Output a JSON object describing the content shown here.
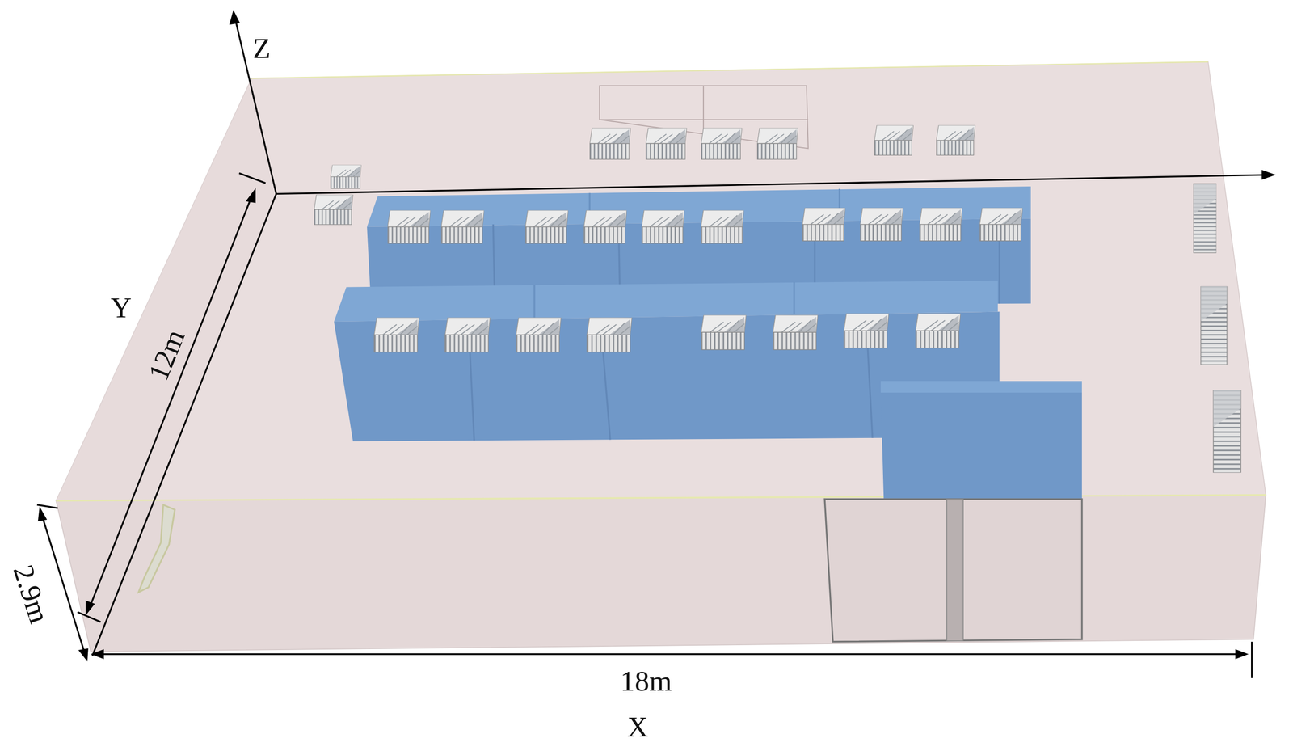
{
  "diagram": {
    "labels": [
      "Z",
      "Y",
      "12m",
      "2.9m",
      "18m",
      "X"
    ]
  }
}
